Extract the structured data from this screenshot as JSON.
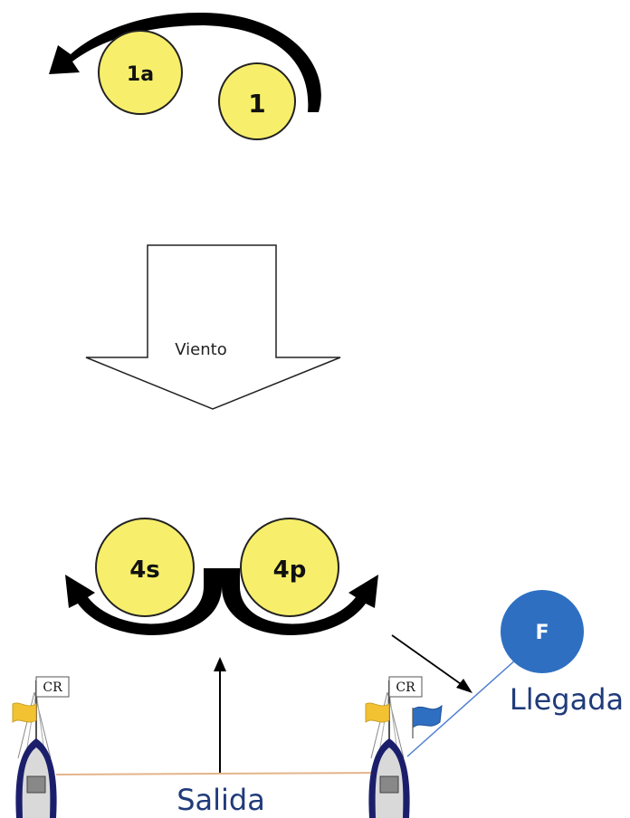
{
  "marks": {
    "mark_1a": "1a",
    "mark_1": "1",
    "mark_4s": "4s",
    "mark_4p": "4p",
    "finish_mark": "F"
  },
  "wind": {
    "label": "Viento"
  },
  "committee_flag": {
    "label": "CR"
  },
  "start": {
    "label": "Salida"
  },
  "finish": {
    "label": "Llegada"
  },
  "colors": {
    "mark_yellow": "#f7ef6b",
    "finish_blue": "#2f6fc2",
    "text_blue": "#1f3b7a",
    "start_line": "#e4b48a",
    "boat_navy": "#1b1f6b"
  }
}
